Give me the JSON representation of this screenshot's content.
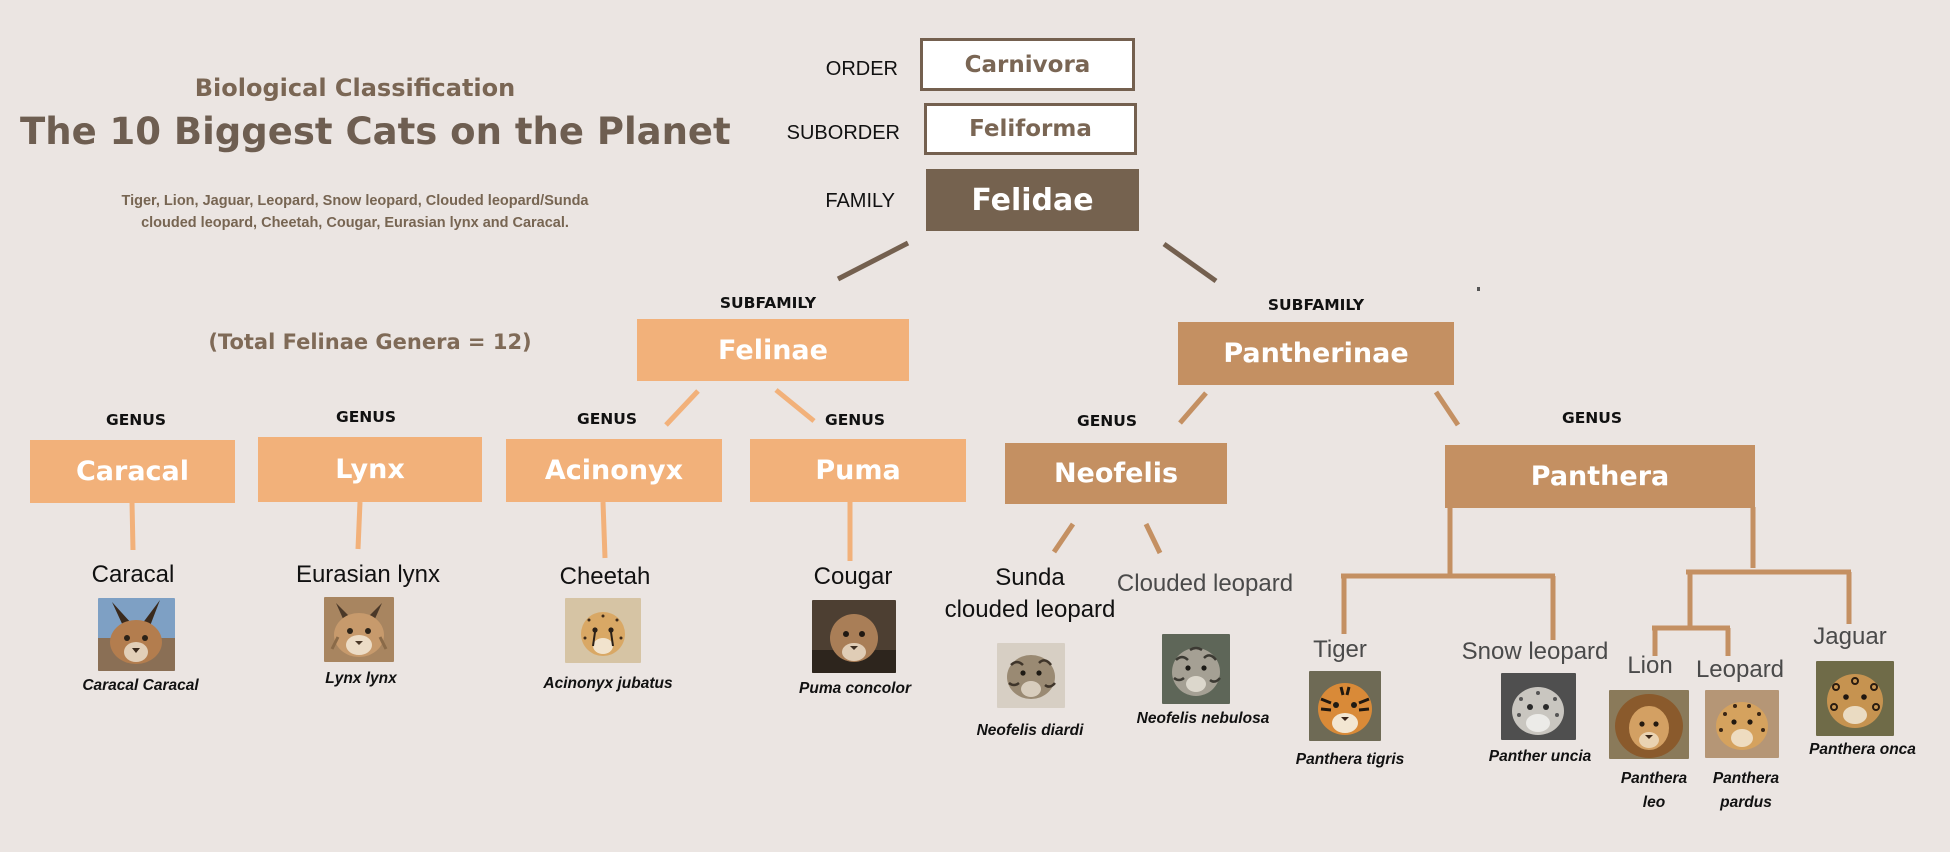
{
  "header": {
    "subtitle": "Biological Classification",
    "title": "The 10 Biggest Cats on the Planet",
    "description_line1": "Tiger, Lion, Jaguar, Leopard, Snow leopard, Clouded leopard/Sunda",
    "description_line2": "clouded leopard, Cheetah, Cougar, Eurasian lynx and Caracal.",
    "note": "(Total Felinae Genera = 12)"
  },
  "ranks": {
    "order_label": "ORDER",
    "order": "Carnivora",
    "suborder_label": "SUBORDER",
    "suborder": "Feliforma",
    "family_label": "FAMILY",
    "family": "Felidae"
  },
  "subfamilies": {
    "felinae": {
      "label": "SUBFAMILY",
      "name": "Felinae"
    },
    "pantherinae": {
      "label": "SUBFAMILY",
      "name": "Pantherinae"
    }
  },
  "genera": {
    "caracal": {
      "label": "GENUS",
      "name": "Caracal"
    },
    "lynx": {
      "label": "GENUS",
      "name": "Lynx"
    },
    "acinonyx": {
      "label": "GENUS",
      "name": "Acinonyx"
    },
    "puma": {
      "label": "GENUS",
      "name": "Puma"
    },
    "neofelis": {
      "label": "GENUS",
      "name": "Neofelis"
    },
    "panthera": {
      "label": "GENUS",
      "name": "Panthera"
    }
  },
  "species": {
    "caracal": {
      "common": "Caracal",
      "scientific": "Caracal Caracal",
      "photo": "caracal-photo"
    },
    "eurasian_lynx": {
      "common": "Eurasian lynx",
      "scientific": "Lynx lynx",
      "photo": "lynx-photo"
    },
    "cheetah": {
      "common": "Cheetah",
      "scientific": "Acinonyx jubatus",
      "photo": "cheetah-photo"
    },
    "cougar": {
      "common": "Cougar",
      "scientific": "Puma concolor",
      "photo": "cougar-photo"
    },
    "sunda_clouded_leopard": {
      "common_line1": "Sunda",
      "common_line2": "clouded leopard",
      "scientific": "Neofelis diardi",
      "photo": "sunda-clouded-leopard-photo"
    },
    "clouded_leopard": {
      "common": "Clouded leopard",
      "scientific": "Neofelis nebulosa",
      "photo": "clouded-leopard-photo"
    },
    "tiger": {
      "common": "Tiger",
      "scientific": "Panthera tigris",
      "photo": "tiger-photo"
    },
    "snow_leopard": {
      "common": "Snow leopard",
      "scientific": "Panther uncia",
      "photo": "snow-leopard-photo"
    },
    "lion": {
      "common": "Lion",
      "scientific_line1": "Panthera",
      "scientific_line2": "leo",
      "photo": "lion-photo"
    },
    "leopard": {
      "common": "Leopard",
      "scientific_line1": "Panthera",
      "scientific_line2": "pardus",
      "photo": "leopard-photo"
    },
    "jaguar": {
      "common": "Jaguar",
      "scientific": "Panthera onca",
      "photo": "jaguar-photo"
    }
  },
  "colors": {
    "background": "#ebe5e2",
    "dark_brown": "#75624f",
    "felinae_orange": "#f2b17a",
    "pantherinae_brown": "#c49062",
    "text_brown": "#7a6654"
  }
}
